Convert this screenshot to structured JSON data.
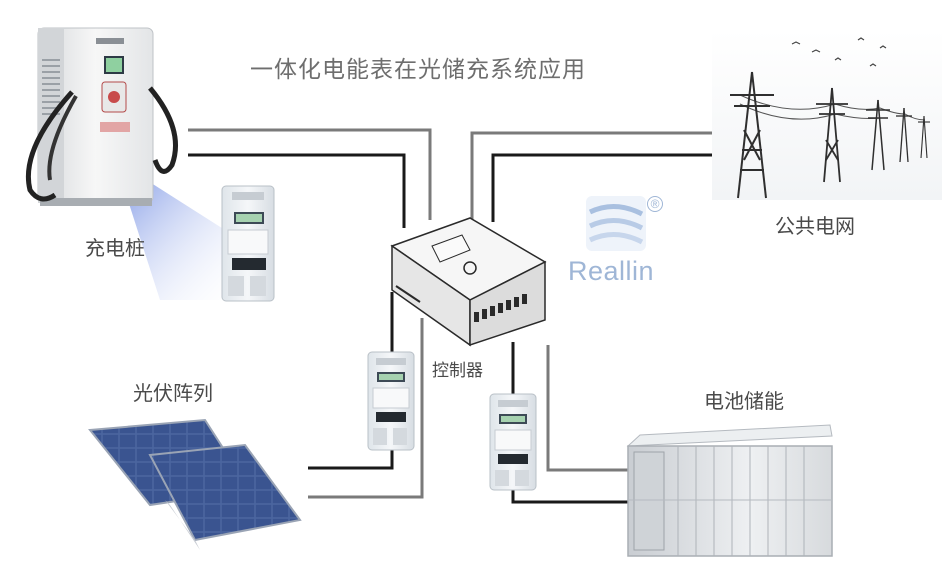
{
  "diagram": {
    "title": "一体化电能表在光储充系统应用",
    "brand": {
      "name": "Reallin",
      "mark": "®"
    },
    "nodes": {
      "charging_pile": "充电桩",
      "public_grid": "公共电网",
      "controller": "控制器",
      "pv_array": "光伏阵列",
      "battery_storage": "电池储能"
    }
  },
  "colors": {
    "wire_black": "#1a1a1a",
    "wire_gray": "#7a7a7a",
    "meter_case": "#e9eef2",
    "panel_blue": "#3f5b91",
    "container_gray": "#dfe2e6",
    "brand_blue": "#9fb6d6"
  },
  "icons": {
    "charging_pile": "ev-charging-station-icon",
    "meters": "din-rail-energy-meter-icon",
    "controller": "controller-box-icon",
    "grid": "power-transmission-tower-icon",
    "pv": "solar-panel-icon",
    "battery": "battery-container-icon",
    "logo": "reallin-logo-icon"
  }
}
